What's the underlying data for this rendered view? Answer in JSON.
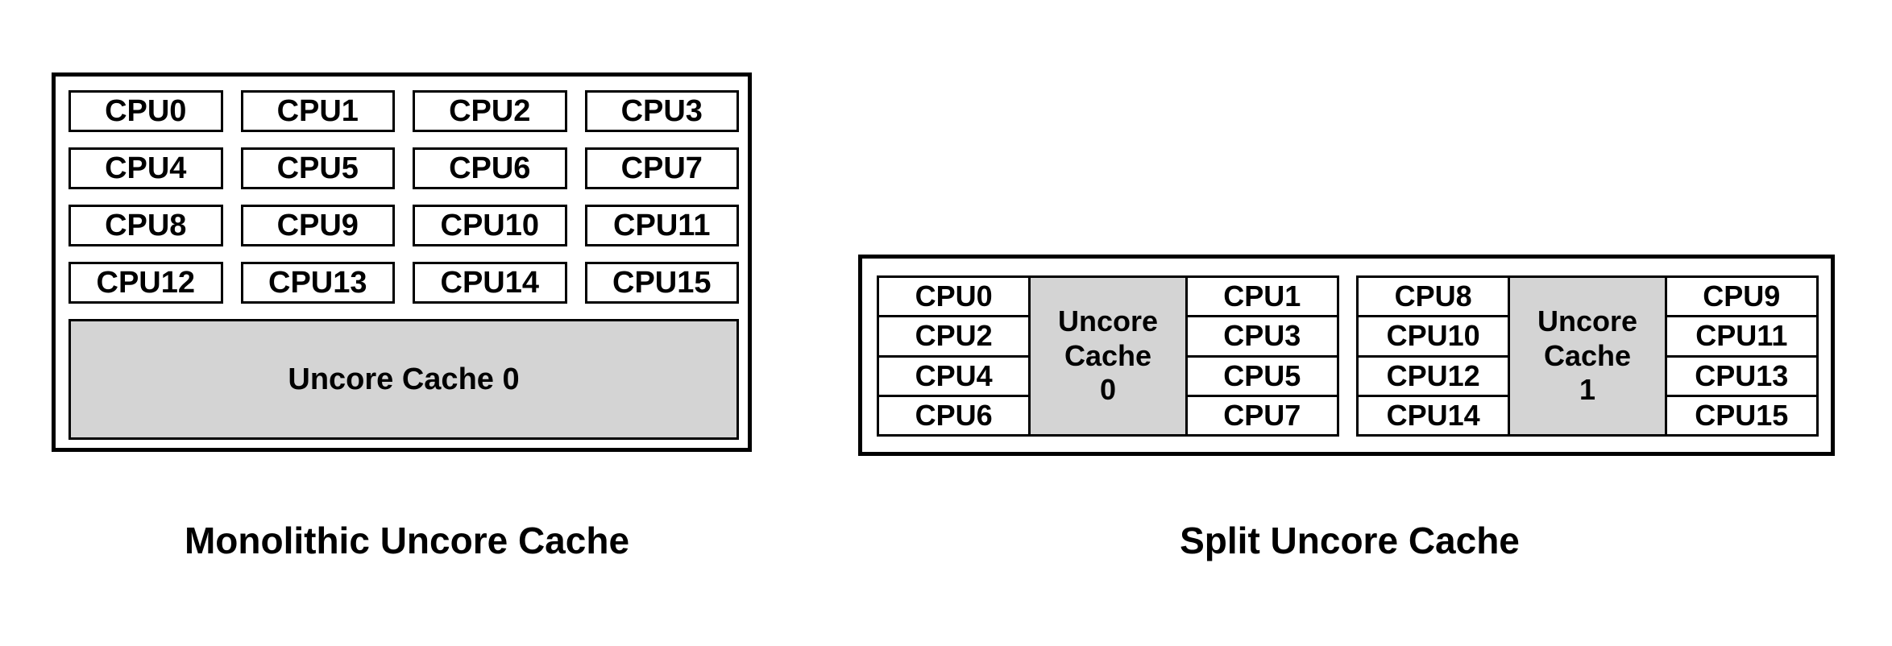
{
  "colors": {
    "cache_fill": "#d4d4d4",
    "border": "#000000"
  },
  "monolithic": {
    "caption": "Monolithic Uncore Cache",
    "cache_label": "Uncore Cache 0",
    "cpus": [
      "CPU0",
      "CPU1",
      "CPU2",
      "CPU3",
      "CPU4",
      "CPU5",
      "CPU6",
      "CPU7",
      "CPU8",
      "CPU9",
      "CPU10",
      "CPU11",
      "CPU12",
      "CPU13",
      "CPU14",
      "CPU15"
    ]
  },
  "split": {
    "caption": "Split Uncore Cache",
    "clusters": [
      {
        "left_cpus": [
          "CPU0",
          "CPU2",
          "CPU4",
          "CPU6"
        ],
        "cache_lines": [
          "Uncore",
          "Cache",
          "0"
        ],
        "right_cpus": [
          "CPU1",
          "CPU3",
          "CPU5",
          "CPU7"
        ]
      },
      {
        "left_cpus": [
          "CPU8",
          "CPU10",
          "CPU12",
          "CPU14"
        ],
        "cache_lines": [
          "Uncore",
          "Cache",
          "1"
        ],
        "right_cpus": [
          "CPU9",
          "CPU11",
          "CPU13",
          "CPU15"
        ]
      }
    ]
  }
}
